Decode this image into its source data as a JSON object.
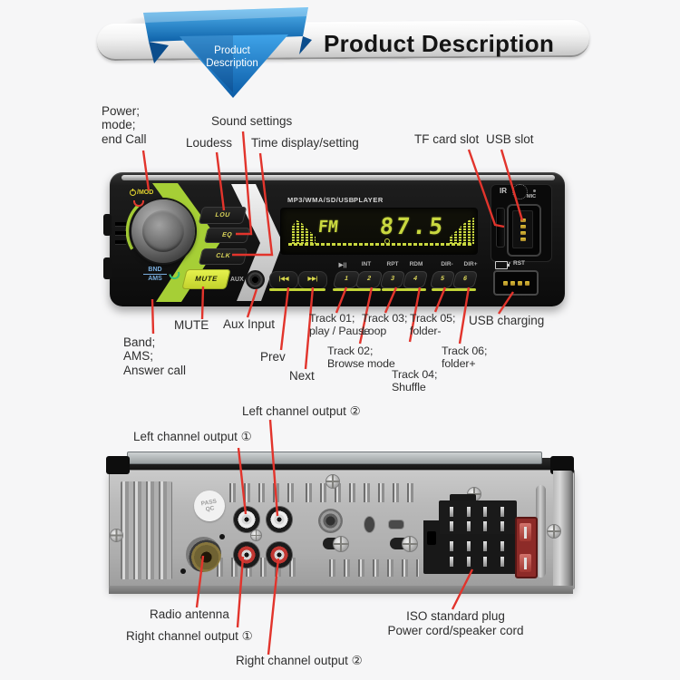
{
  "header": {
    "bar_title": "Product Description",
    "ribbon_line1": "Product",
    "ribbon_line2": "Description",
    "accent_blue": "#1c7fd0"
  },
  "front_labels": {
    "power": "Power;\nmode;\nend Call",
    "sound": "Sound settings",
    "loudess": "Loudess",
    "time": "Time display/setting",
    "tf": "TF card slot",
    "usb": "USB slot",
    "mute": "MUTE",
    "aux": "Aux Input",
    "band": "Band;\nAMS;\nAnswer call",
    "prev": "Prev",
    "next": "Next",
    "track1": "Track 01;\nplay / Pause",
    "track2": "Track 02;\nBrowse mode",
    "track3": "Track 03;\nLoop",
    "track4": "Track 04;\nShuffle",
    "track5": "Track 05;\nfolder-",
    "track6": "Track 06;\nfolder+",
    "usb_charging": "USB charging"
  },
  "front_panel": {
    "format_text": "MP3/WMA/SD/USB",
    "player_text": "PLAYER",
    "band": "FM",
    "frequency": "87.5",
    "power_mode": "/MOD",
    "bnd": "BND",
    "ams": "AMS",
    "lou": "LOU",
    "eq": "EQ",
    "clk": "CLK",
    "mute": "MUTE",
    "aux": "AUX",
    "ir": "IR",
    "mic": "MIC",
    "rst": "RST",
    "prev_icon": "|◀◀",
    "next_icon": "▶▶|",
    "keys": [
      {
        "num": "1",
        "fn": "▶||"
      },
      {
        "num": "2",
        "fn": "INT"
      },
      {
        "num": "3",
        "fn": "RPT"
      },
      {
        "num": "4",
        "fn": "RDM"
      },
      {
        "num": "5",
        "fn": "DIR-"
      },
      {
        "num": "6",
        "fn": "DIR+"
      }
    ],
    "lcd_color": "#c9d83f",
    "accent_green": "#a6cf36"
  },
  "rear_labels": {
    "left2": "Left channel output ②",
    "left1": "Left channel output ①",
    "antenna": "Radio antenna",
    "right1": "Right channel output ①",
    "right2": "Right channel output ②",
    "iso": "ISO standard plug\nPower cord/speaker cord",
    "pass_qc": "PASS\nQC"
  },
  "icons": {
    "power": "power-symbol",
    "end_call": "red-handset",
    "answer_call": "green-handset",
    "prev": "prev-track",
    "next": "next-track",
    "battery": "battery-charging"
  },
  "colors": {
    "callout_red": "#e2342c"
  }
}
